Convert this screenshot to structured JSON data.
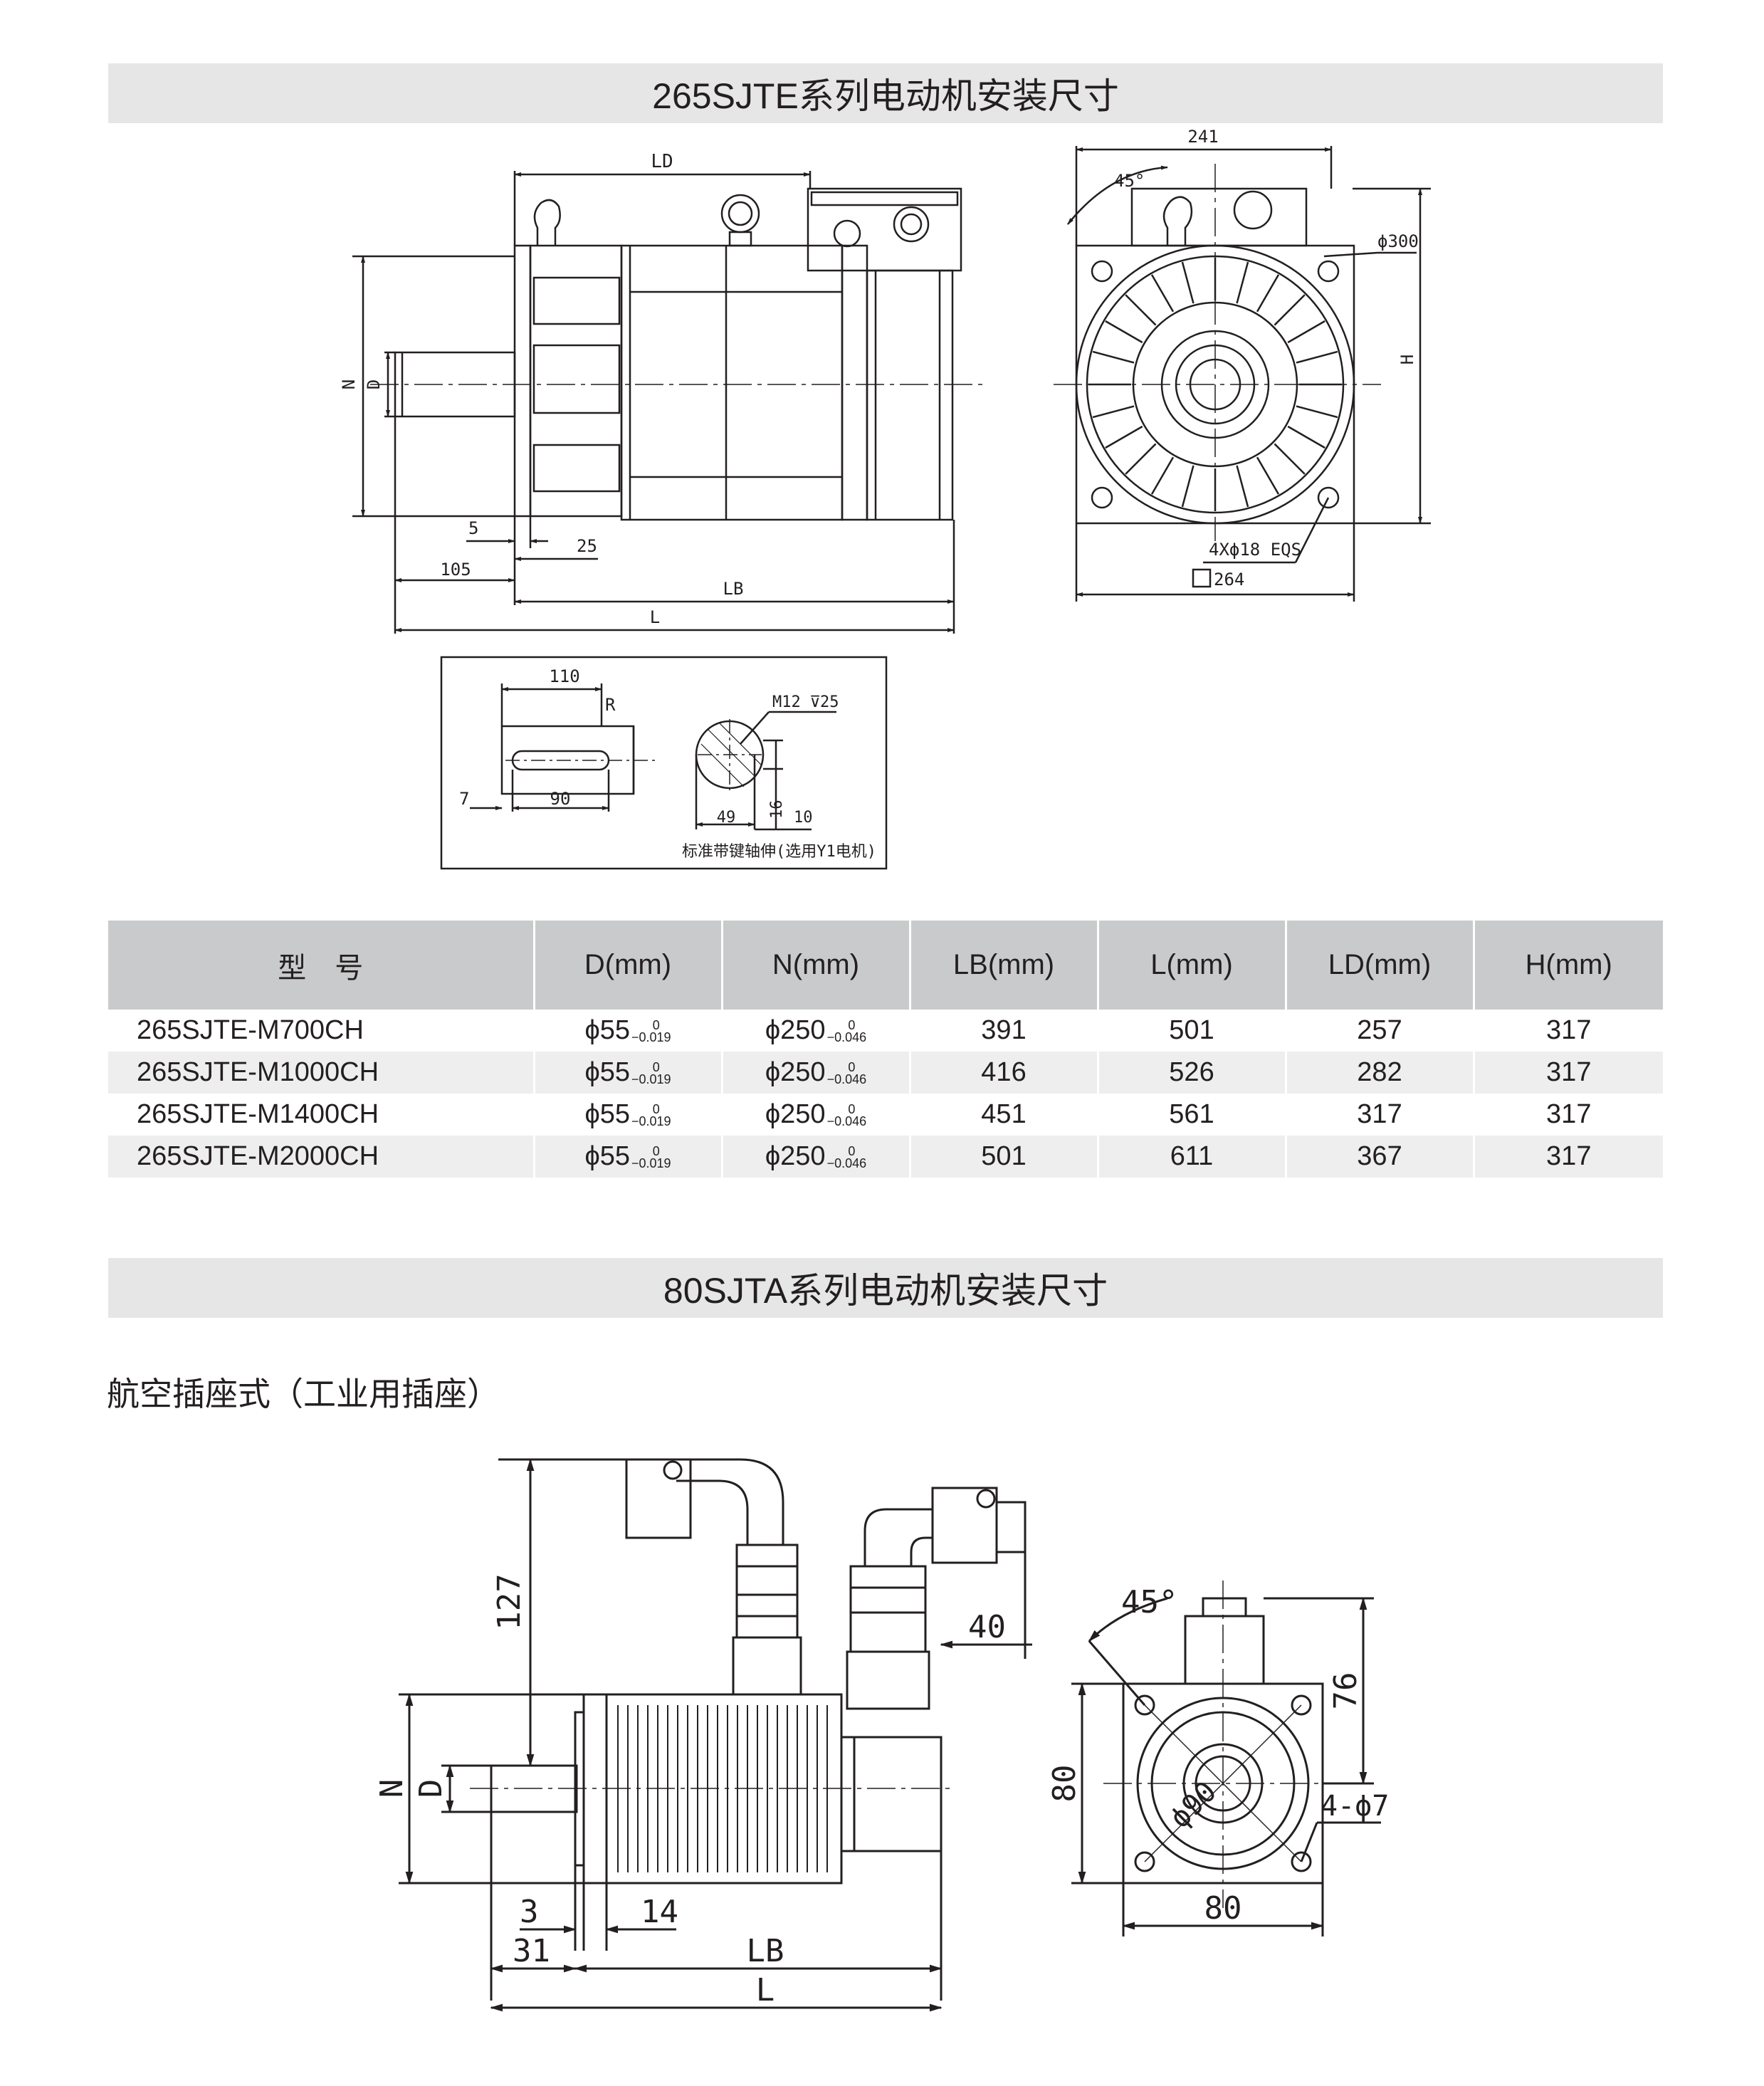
{
  "section1": {
    "title": "265SJTE系列电动机安装尺寸"
  },
  "drawing1": {
    "side_labels": {
      "ld": "LD",
      "n": "N",
      "d": "D",
      "five": "5",
      "twentyfive": "25",
      "oneohfive": "105",
      "lb": "LB",
      "l": "L"
    },
    "front_labels": {
      "width": "241",
      "angle": "45°",
      "dia": "ϕ300",
      "h": "H",
      "holes": "4Xϕ18 EQS",
      "square": "264"
    },
    "shaft_detail": {
      "len": "110",
      "r": "R",
      "seven": "7",
      "ninety": "90",
      "thread": "M12",
      "thread_depth": "25",
      "fortynine": "49",
      "sixteen": "16",
      "ten": "10",
      "caption": "标准带键轴伸(选用Y1电机)"
    }
  },
  "table": {
    "headers": [
      "型　号",
      "D(mm)",
      "N(mm)",
      "LB(mm)",
      "L(mm)",
      "LD(mm)",
      "H(mm)"
    ],
    "rows": [
      {
        "model": "265SJTE-M700CH",
        "d_main": "ϕ55",
        "d_up": "0",
        "d_low": "−0.019",
        "n_main": "ϕ250",
        "n_up": "0",
        "n_low": "−0.046",
        "lb": "391",
        "l": "501",
        "ld": "257",
        "h": "317"
      },
      {
        "model": "265SJTE-M1000CH",
        "d_main": "ϕ55",
        "d_up": "0",
        "d_low": "−0.019",
        "n_main": "ϕ250",
        "n_up": "0",
        "n_low": "−0.046",
        "lb": "416",
        "l": "526",
        "ld": "282",
        "h": "317"
      },
      {
        "model": "265SJTE-M1400CH",
        "d_main": "ϕ55",
        "d_up": "0",
        "d_low": "−0.019",
        "n_main": "ϕ250",
        "n_up": "0",
        "n_low": "−0.046",
        "lb": "451",
        "l": "561",
        "ld": "317",
        "h": "317"
      },
      {
        "model": "265SJTE-M2000CH",
        "d_main": "ϕ55",
        "d_up": "0",
        "d_low": "−0.019",
        "n_main": "ϕ250",
        "n_up": "0",
        "n_low": "−0.046",
        "lb": "501",
        "l": "611",
        "ld": "367",
        "h": "317"
      }
    ]
  },
  "section2": {
    "title": "80SJTA系列电动机安装尺寸",
    "subtitle": "航空插座式（工业用插座）"
  },
  "drawing2": {
    "side_labels": {
      "h127": "127",
      "forty": "40",
      "n": "N",
      "d": "D",
      "three": "3",
      "fourteen": "14",
      "thirtyone": "31",
      "lb": "LB",
      "l": "L"
    },
    "front_labels": {
      "angle": "45°",
      "seventysix": "76",
      "eighty_v": "80",
      "dia": "ϕ90",
      "holes": "4-ϕ7",
      "eighty_h": "80"
    }
  }
}
